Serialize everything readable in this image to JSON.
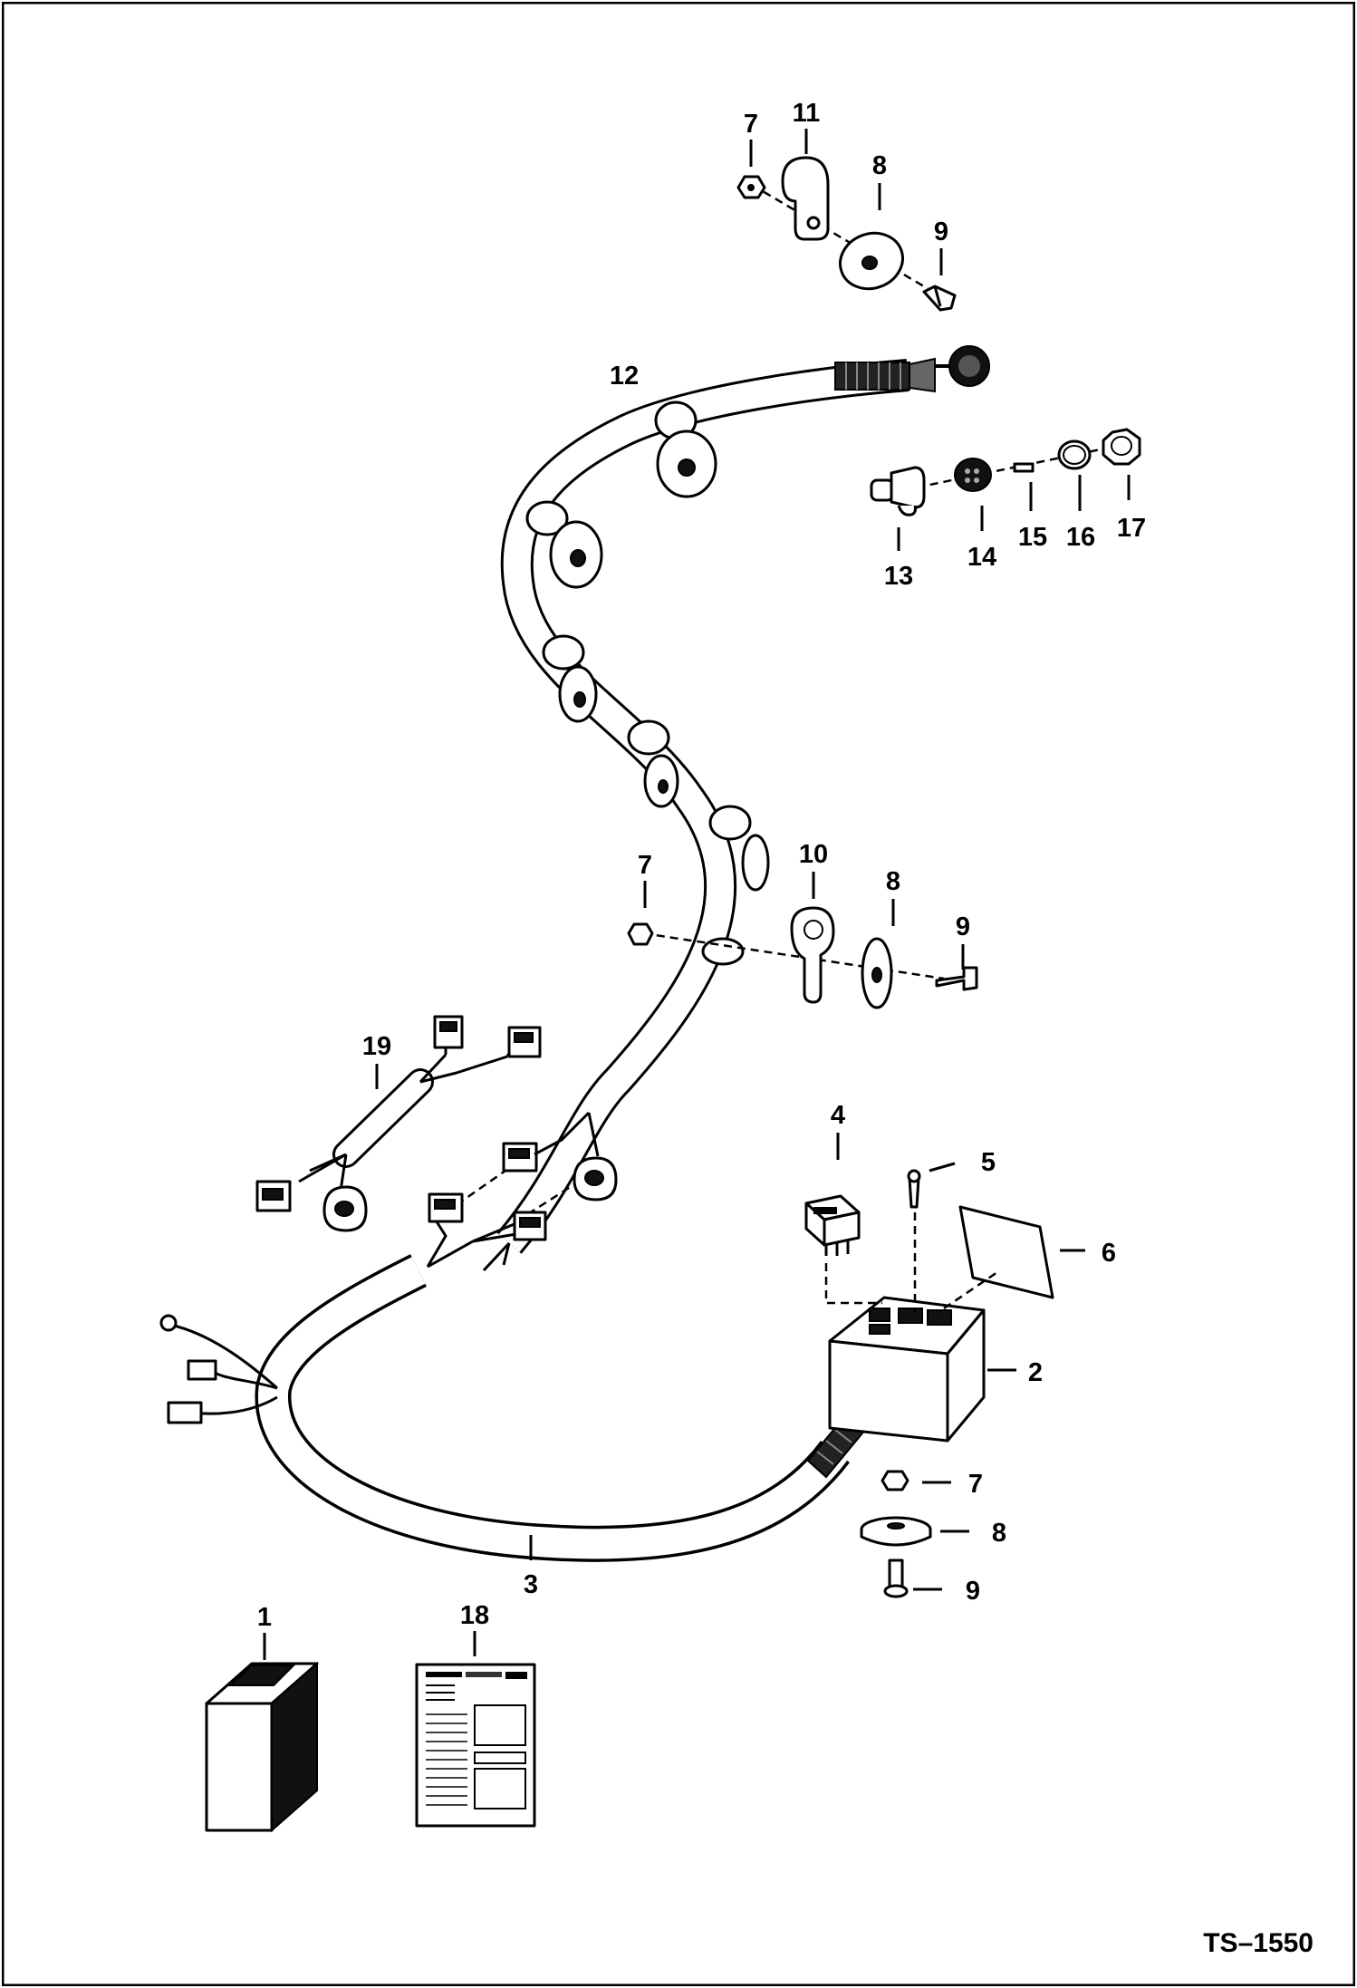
{
  "callouts": {
    "c1": "1",
    "c2": "2",
    "c3": "3",
    "c4": "4",
    "c5": "5",
    "c6": "6",
    "c7_top": "7",
    "c7_mid": "7",
    "c7_box": "7",
    "c8_top": "8",
    "c8_mid": "8",
    "c8_box": "8",
    "c9_top": "9",
    "c9_mid": "9",
    "c9_box": "9",
    "c10": "10",
    "c11": "11",
    "c12": "12",
    "c13": "13",
    "c14": "14",
    "c15": "15",
    "c16": "16",
    "c17": "17",
    "c18": "18",
    "c19": "19"
  },
  "figure_id": "TS–1550"
}
